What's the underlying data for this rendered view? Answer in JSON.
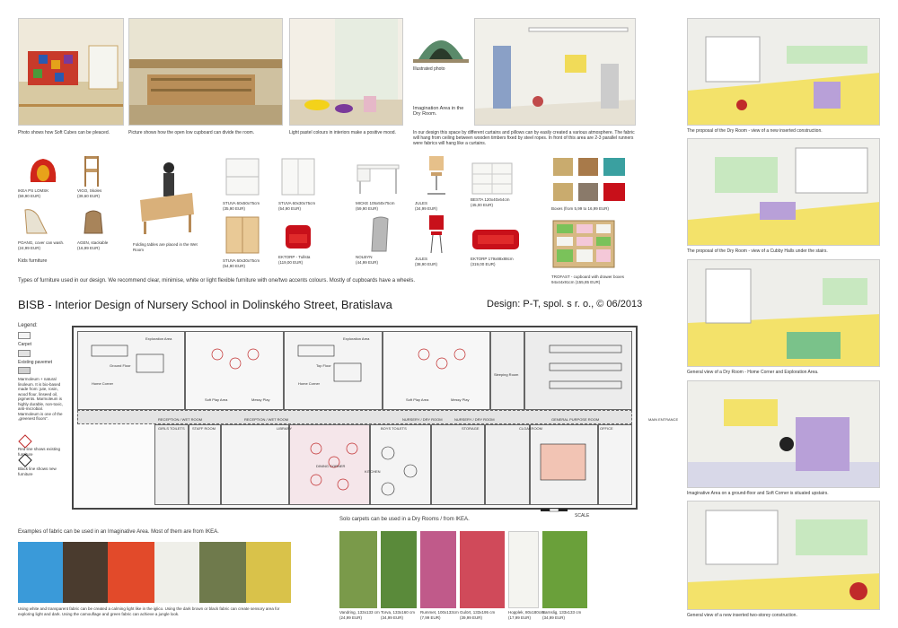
{
  "photos": {
    "soft_cubes": "Photo shows how Soft Cubes can be pleaced.",
    "cupboard": "Picture shows how the open low cupboard can divide the room.",
    "pastel": "Light pastel colours in interiors make a positive mood.",
    "illustrated": "Illustrated photo",
    "imagination_area": "Imagination Area in the Dry Room.",
    "design_text": "In our design this space by different curtains and pillows can by easily created a various atmosphere. The fabric will hang from ceiling between wooden timbers fixed by steel ropes. In front of this area are 2-3 parallel runners were fabrics will hang like a curtains."
  },
  "furniture": {
    "items": [
      {
        "name": "IKEA PS LOMSK",
        "price": "(59,90 EUR)"
      },
      {
        "name": "VIGO, Skoles",
        "price": "(39,60 EUR)"
      },
      {
        "name": "POANG, cover can wash.",
        "price": "(24,99 EUR)"
      },
      {
        "name": "AGEN, stackable",
        "price": "(16,99 EUR)"
      },
      {
        "name": "Folding tables are placed in the Wet Room",
        "price": ""
      },
      {
        "name": "STUVA 60x50x75cm",
        "price": "(35,90 EUR)"
      },
      {
        "name": "STUVA 60x30x75cm",
        "price": "(54,90 EUR)"
      },
      {
        "name": "STUVA 60x30x75cm",
        "price": "(54,90 EUR)"
      },
      {
        "name": "EKTORP - Tullsta",
        "price": "(119,00 EUR)"
      },
      {
        "name": "MICKE 105x50x75cm",
        "price": "(59,90 EUR)"
      },
      {
        "name": "NOLBYN",
        "price": "(44,99 EUR)"
      },
      {
        "name": "JULES",
        "price": "(34,99 EUR)"
      },
      {
        "name": "JULES",
        "price": "(38,90 EUR)"
      },
      {
        "name": "BESTA 120x40x64cm",
        "price": "(45,00 EUR)"
      },
      {
        "name": "EKTORP 179x88x88cm",
        "price": "(319,00 EUR)"
      },
      {
        "name": "Boxes (from 5,99 to 16,99 EUR)",
        "price": ""
      },
      {
        "name": "TROFAST - cupboard with drawer boxes 94x44x91cm",
        "price": "(155,85 EUR)"
      }
    ],
    "kids_label": "Kids furniture",
    "note": "Types of furniture used in our design. We recommend clear, minimise, white or light flexible furniture with one/two accents colours. Mostly of cupboards have a wheels."
  },
  "header": {
    "title": "BISB - Interior Design of Nursery School in Dolinského Street, Bratislava",
    "design": "Design: P-T, spol. s r. o., © 06/2013"
  },
  "legend": {
    "heading": "Legend:",
    "carpet": "Carpet",
    "pavement": "Existing pavemet",
    "marmoleum": "Marmoleum + natural linoleum. It is bio-based made from: jute, rosin, wood flour, linseed oil, pigments. Marmoleum is highly durable, non-toxic, anti-microbial. Marmoleum is one of the „greenest floors“.",
    "red_line": "Red line shows existing furniture",
    "black_line": "Black line shows new furniture"
  },
  "plan": {
    "labels": [
      "RECEPTION / WET ROOM",
      "STAFF ROOM",
      "RECEPTION / WET ROOM",
      "LIBRARY",
      "NURSERY / DRY ROOM",
      "NURSERY / DRY ROOM",
      "CLOAKROOM",
      "GENERAL PURPOSE ROOM",
      "OFFICE",
      "MAIN ENTRANCE",
      "GIRLS TOILETS",
      "BOYS TOILETS",
      "DINING CORNER",
      "KITCHEN",
      "STORAGE",
      "Exploration Area",
      "Home Corner",
      "Messy Play",
      "Soft Play Area",
      "Exploration Area",
      "Home Corner",
      "Messy Play",
      "Soft Play Area",
      "Sleeping Room",
      "Ground Floor",
      "Top Floor"
    ],
    "scale": "SCALE"
  },
  "views": [
    "The proposal of the Dry Room - view of a new inserted construction.",
    "The proposal of the Dry Room - view of a Cubby Halls under the stairs.",
    "General view of a Dry Room - Home Corner and Exploration Area.",
    "Imaginative Area on a ground-floor and Soft Corner is situated upstairs.",
    "General view of a new inserted two-storey construction."
  ],
  "fabrics": {
    "heading": "Examples of fabric can be used in an Imaginative Area. Most of them are from IKEA.",
    "note": "Using white and transparent fabric can be created a calming light like in the iglico. Using the dark brown or black fabric can create sensory area for exploring light and dark. Using the camouflage and green fabric can achieve a jungle look.",
    "colors": [
      "#3a9ad9",
      "#4a3b2e",
      "#e24a2a",
      "#efefe9",
      "#6f7a4c",
      "#d9c24a"
    ]
  },
  "carpets": {
    "heading": "Solo carpets can be used in a Dry Rooms / from IKEA.",
    "items": [
      {
        "name": "Vandring, 133x133 cm",
        "price": "(24,99 EUR)",
        "color": "#7a9a4a"
      },
      {
        "name": "Torva, 133x160 cm",
        "price": "(34,99 EUR)",
        "color": "#5a8a3a"
      },
      {
        "name": "Rummet, 100x133cm",
        "price": "(7,99 EUR)",
        "color": "#c05a8a"
      },
      {
        "name": "Gulört, 133x195 cm",
        "price": "(39,99 EUR)",
        "color": "#d04a5a"
      },
      {
        "name": "Hopplek, 80x180cm",
        "price": "(17,99 EUR)",
        "color": "#f4f4f0"
      },
      {
        "name": "Barnslig, 133x133 cm",
        "price": "(34,99 EUR)",
        "color": "#6aa03a"
      }
    ]
  }
}
